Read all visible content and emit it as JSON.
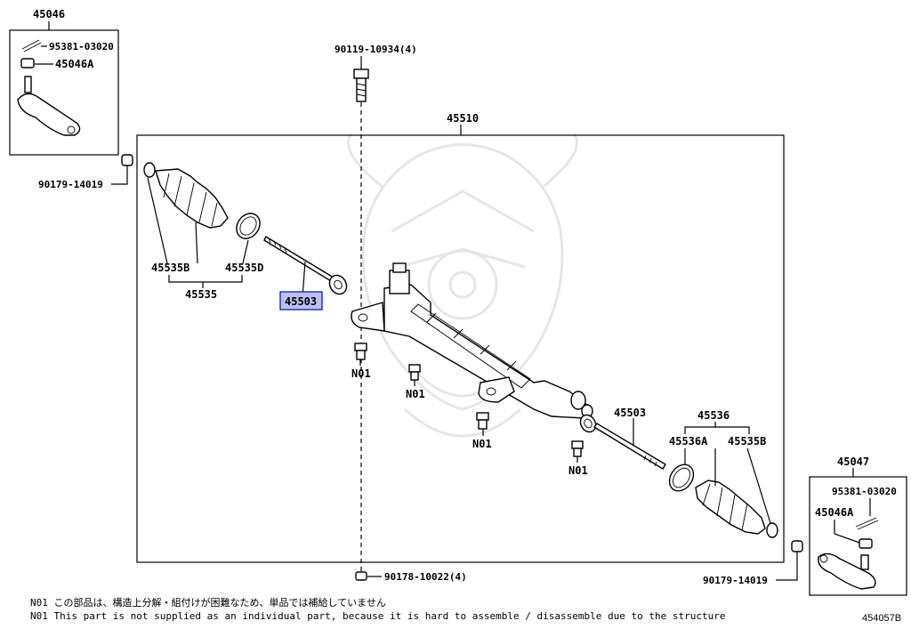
{
  "labels": {
    "assy_45046": "45046",
    "pin_95381_left": "95381-03020",
    "nut_45046a_left": "45046A",
    "bolt_90119": "90119-10934(4)",
    "rack_45510": "45510",
    "nut_90179_left": "90179-14019",
    "clamp_45535b_left": "45535B",
    "clamp_45535d": "45535D",
    "boot_45535": "45535",
    "tie_rod_45503_left": "45503",
    "n01_a": "N01",
    "n01_b": "N01",
    "n01_c": "N01",
    "n01_d": "N01",
    "tie_rod_45503_right": "45503",
    "boot_45536": "45536",
    "clamp_45536a": "45536A",
    "clamp_45535b_right": "45535B",
    "assy_45047": "45047",
    "pin_95381_right": "95381-03020",
    "nut_45046a_right": "45046A",
    "nut_90178": "90178-10022(4)",
    "nut_90179_right": "90179-14019"
  },
  "notes": {
    "jp": "N01 この部品は、構造上分解・組付けが困難なため、単品では補給していません",
    "en": "N01 This part is not supplied as an individual part, because it is hard to assemble / disassemble due to the structure"
  },
  "figure_code": "454057B",
  "colors": {
    "highlight_fill": "#b9c0f0",
    "highlight_stroke": "#1d2bb8",
    "watermark": "#e6e6e6"
  }
}
